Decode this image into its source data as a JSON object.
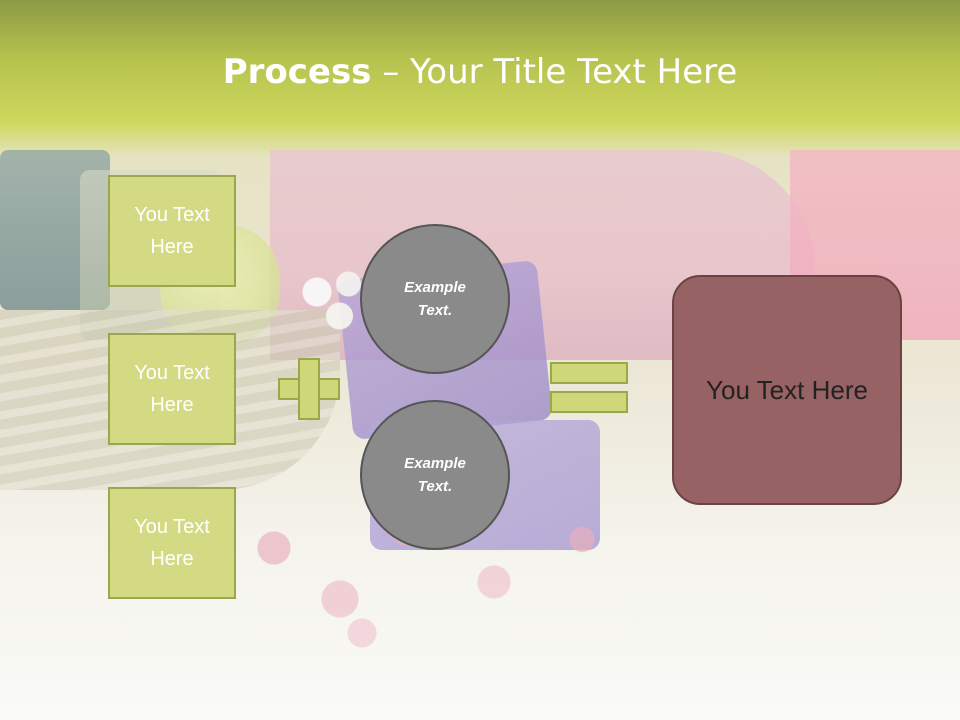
{
  "slide": {
    "title_bold": "Process",
    "title_rest": " – Your Title Text Here"
  },
  "left_boxes": [
    {
      "label": "You Text\nHere"
    },
    {
      "label": "You Text\nHere"
    },
    {
      "label": "You Text\nHere"
    }
  ],
  "circles": [
    {
      "label": "Example\nText."
    },
    {
      "label": "Example\nText."
    }
  ],
  "result_box": {
    "label": "You Text Here"
  },
  "colors": {
    "title_band": "#cfd85e",
    "box_fill": "#d3da83",
    "circle_fill": "#8a8a8a",
    "result_fill": "#966263"
  },
  "icons": [
    "plus-icon",
    "equals-icon"
  ]
}
